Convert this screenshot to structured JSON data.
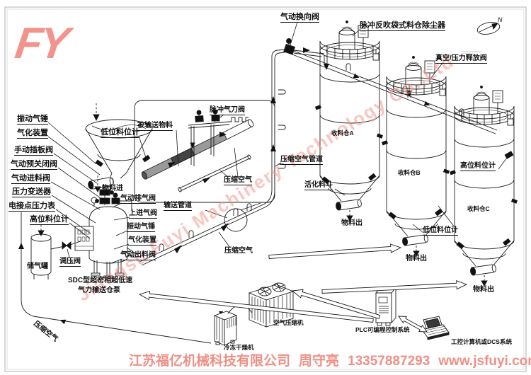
{
  "logo": "FY",
  "watermark": "Jiangsu Fuyi Machinery Technology Co.,Ltd",
  "compass_n": "N",
  "labels": {
    "pneumatic_diverter_valve": "气动换向阀",
    "pulse_bag_dust_collector": "脉冲反吹袋式料仓除尘器",
    "vacuum_pressure_relief_valve": "真空/压力释放阀",
    "vibrating_air_hammer_left": "振动气锤",
    "aeration_device_left": "气化装置",
    "low_level_indicator_hopper": "低位料位计",
    "manual_gate_valve": "手动插板阀",
    "pneumatic_preclose_valve": "气动预关闭阀",
    "pneumatic_feed_valve": "气动进料阀",
    "pressure_transmitter": "压力变送器",
    "electric_contact_pressure_gauge": "电接点压力表",
    "high_level_indicator_pump": "高位料位计",
    "material_in": "物料进",
    "pneumatic_exhaust_valve": "气动排气阀",
    "upper_air_inlet_valve": "上进气阀",
    "vibrating_air_hammer_right": "振动气锤",
    "aeration_device_right": "气化装置",
    "pneumatic_discharge_valve": "气动出料阀",
    "air_storage_tank": "储气罐",
    "pressure_regulating_valve": "调压阀",
    "sdc_pump_line1": "SDC型超密相超低速",
    "sdc_pump_line2": "气力输送仓泵",
    "compressed_air_bottom_left": "压缩空气",
    "pulse_air_knife_valve": "脉冲气刀阀",
    "conveyed_material": "被输送物料",
    "compressed_air_inset": "压缩空气",
    "conveying_pipeline": "输送管道",
    "compressed_air_mid": "压缩空气",
    "compressed_air_pipeline": "压缩空气管道",
    "silo_a": "收料仓A",
    "silo_b": "收料仓B",
    "silo_c": "收料仓C",
    "activation_hopper": "活化料斗",
    "low_level_indicator_silo_b": "低位料位计",
    "high_level_indicator_silo_c": "高位料位计",
    "material_out_a": "物料出",
    "material_out_b": "物料出",
    "material_out_c": "物料出",
    "air_compressor": "空气压缩机",
    "refrigerated_dryer": "冷冻干燥机",
    "plc_system": "PLC可编程控制系统",
    "industrial_computer": "工控计算机或DCS系统"
  },
  "footer": {
    "company": "江苏福亿机械科技有限公司",
    "contact": "周守亮",
    "phone": "13357887293",
    "website": "www.jsfuyi.com"
  },
  "colors": {
    "accent": "#F2948C",
    "line": "#1A1A1A"
  }
}
